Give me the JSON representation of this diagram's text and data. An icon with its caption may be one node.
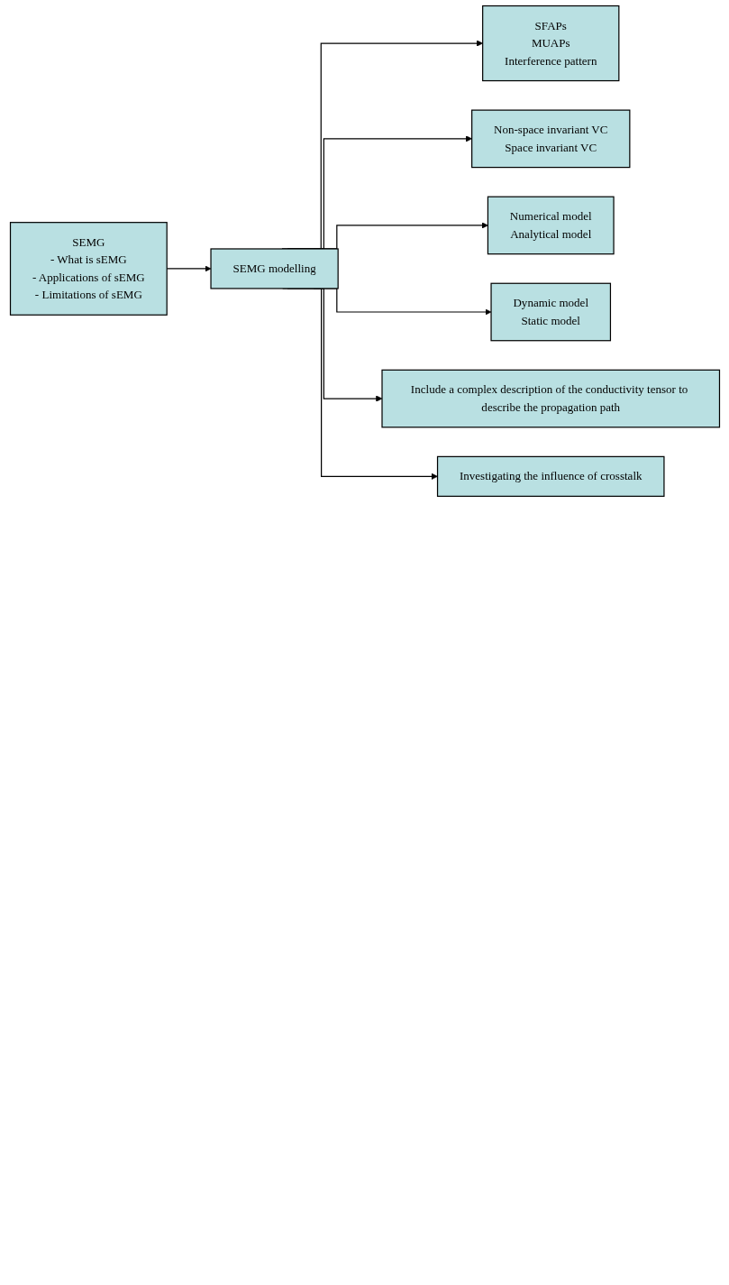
{
  "diagram": {
    "nodes": [
      {
        "text": [
          "SEMG",
          "- What is sEMG",
          "- Applications of sEMG",
          "- Limitations of sEMG"
        ]
      },
      {
        "text": [
          "SEMG modelling"
        ]
      },
      {
        "text": [
          "SFAPs",
          "MUAPs",
          "Interference pattern"
        ]
      },
      {
        "text": [
          "Non-space invariant VC",
          "Space invariant VC"
        ]
      },
      {
        "text": [
          "Numerical model",
          "Analytical model"
        ]
      },
      {
        "text": [
          "Dynamic model",
          "Static model"
        ]
      },
      {
        "text": [
          "Include a complex description of the conductivity tensor to describe the propagation path"
        ]
      },
      {
        "text": [
          "Investigating the influence of crosstalk"
        ]
      }
    ],
    "edges": [
      {
        "from": 0,
        "to": 1,
        "arrow": "to"
      },
      {
        "from": 1,
        "to": 2,
        "arrow": "to"
      },
      {
        "from": 1,
        "to": 3,
        "arrow": "to"
      },
      {
        "from": 1,
        "to": 4,
        "arrow": "to"
      },
      {
        "from": 1,
        "to": 5,
        "arrow": "to"
      },
      {
        "from": 1,
        "to": 6,
        "arrow": "to"
      },
      {
        "from": 1,
        "to": 7,
        "arrow": "to"
      }
    ]
  }
}
